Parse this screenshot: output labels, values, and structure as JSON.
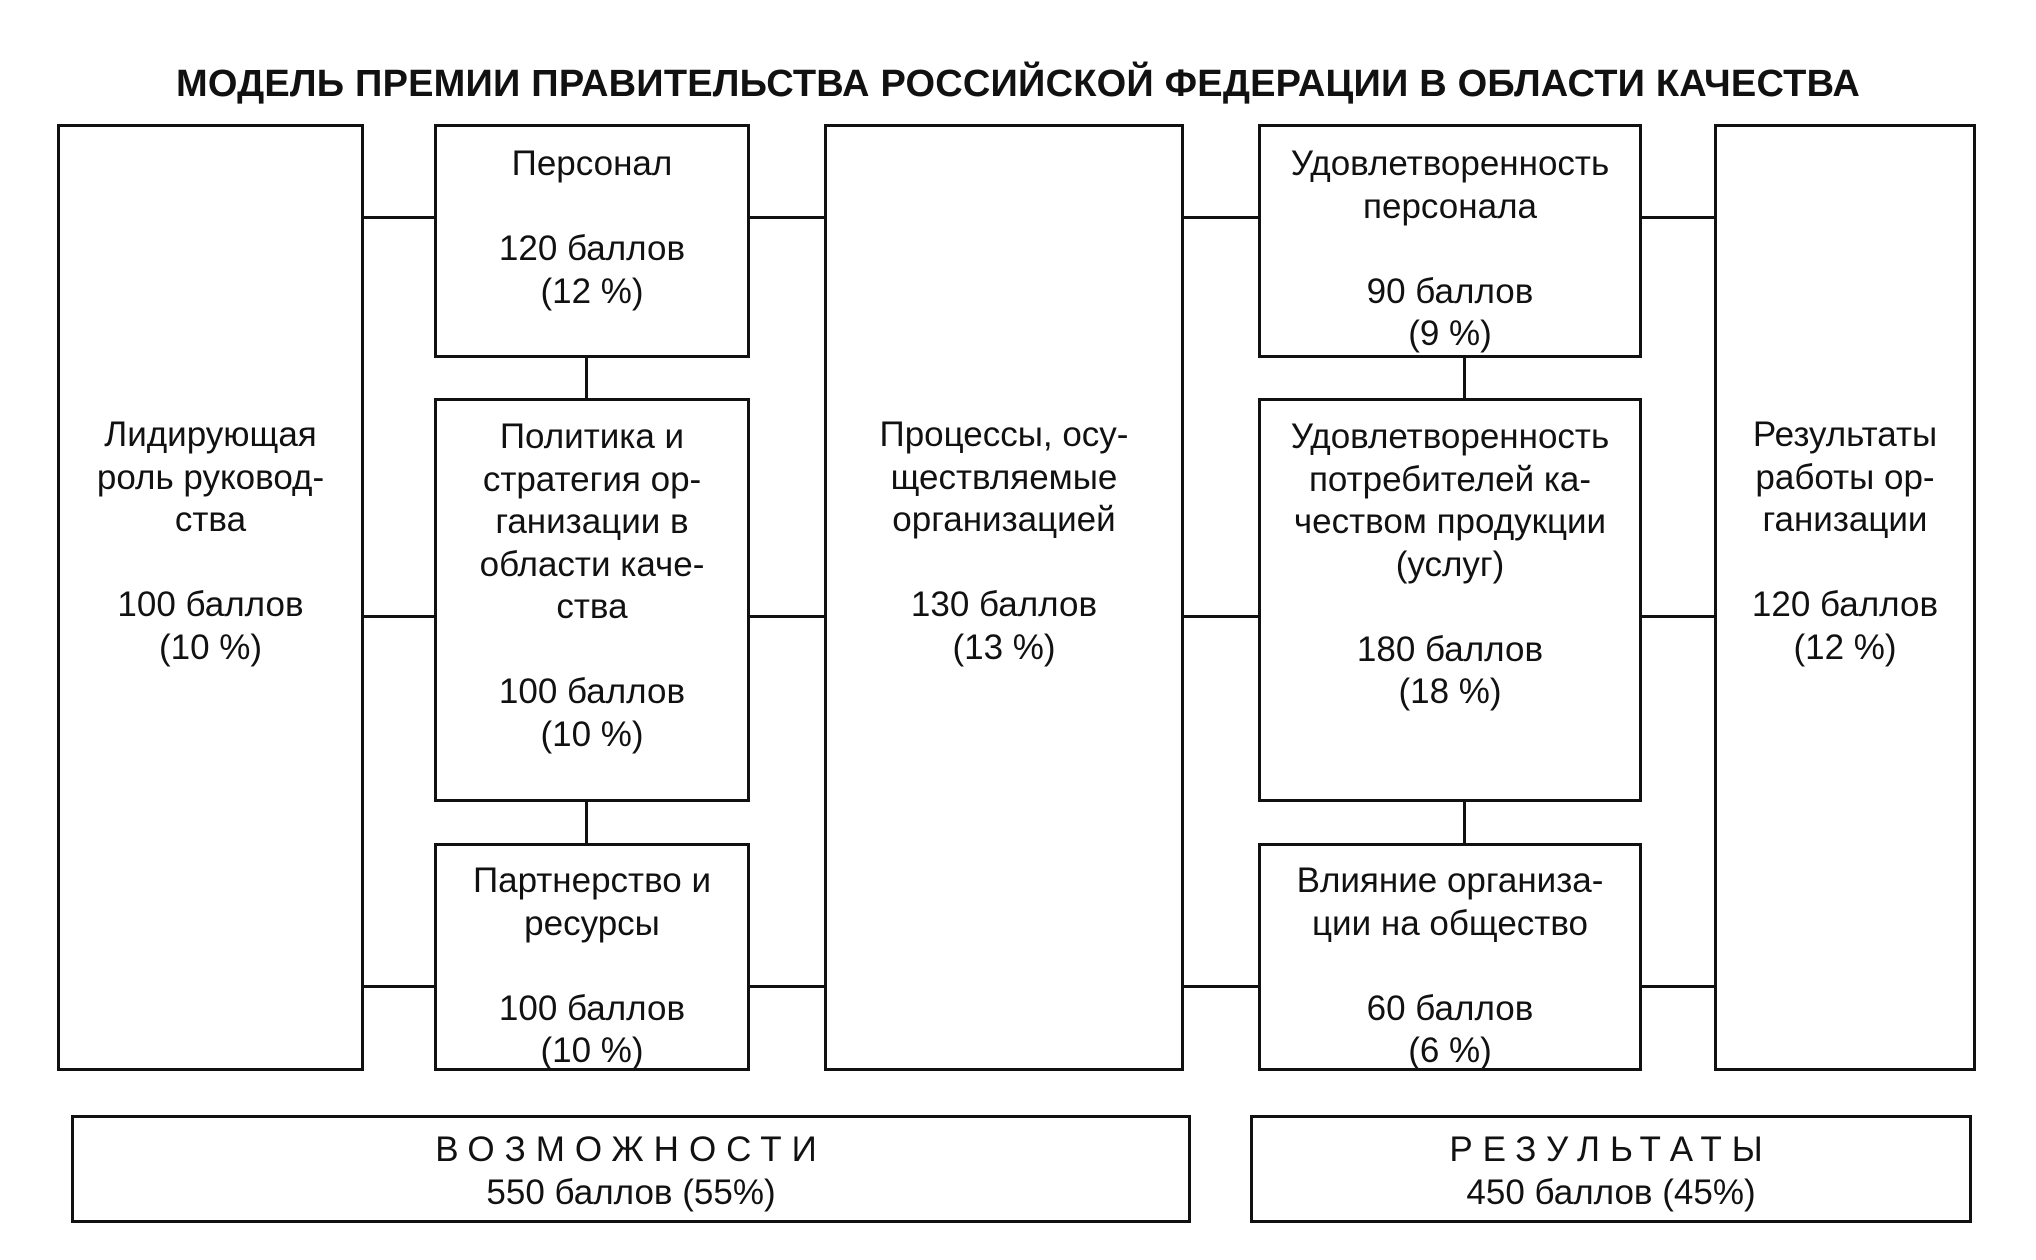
{
  "title": "МОДЕЛЬ ПРЕМИИ  ПРАВИТЕЛЬСТВА  РОССИЙСКОЙ ФЕДЕРАЦИИ  В  ОБЛАСТИ КАЧЕСТВА",
  "boxes": {
    "leadership": {
      "lines": [
        "Лидирующая",
        "роль руковод-",
        "ства"
      ],
      "points": "100 баллов",
      "percent": "(10 %)"
    },
    "personnel": {
      "lines": [
        "Персонал"
      ],
      "points": "120 баллов",
      "percent": "(12 %)"
    },
    "policy": {
      "lines": [
        "Политика и",
        "стратегия ор-",
        "ганизации в",
        "области каче-",
        "ства"
      ],
      "points": "100 баллов",
      "percent": "(10 %)"
    },
    "partnership": {
      "lines": [
        "Партнерство и",
        "ресурсы"
      ],
      "points": "100 баллов",
      "percent": "(10 %)"
    },
    "processes": {
      "lines": [
        "Процессы, осу-",
        "ществляемые",
        "организацией"
      ],
      "points": "130 баллов",
      "percent": "(13 %)"
    },
    "staff_satisfaction": {
      "lines": [
        "Удовлетворенность",
        "персонала"
      ],
      "points": "90 баллов",
      "percent": "(9 %)"
    },
    "customer_satisfaction": {
      "lines": [
        "Удовлетворенность",
        "потребителей ка-",
        "чеством продукции",
        "(услуг)"
      ],
      "points": "180 баллов",
      "percent": "(18 %)"
    },
    "society_impact": {
      "lines": [
        "Влияние организа-",
        "ции на общество"
      ],
      "points": "60 баллов",
      "percent": "(6 %)"
    },
    "business_results": {
      "lines": [
        "Результаты",
        "работы ор-",
        "ганизации"
      ],
      "points": "120 баллов",
      "percent": "(12 %)"
    }
  },
  "summary": {
    "enablers": {
      "label": "ВОЗМОЖНОСТИ",
      "points": "550 баллов (55%)"
    },
    "results": {
      "label": "РЕЗУЛЬТАТЫ",
      "points": "450 баллов (45%)"
    }
  }
}
